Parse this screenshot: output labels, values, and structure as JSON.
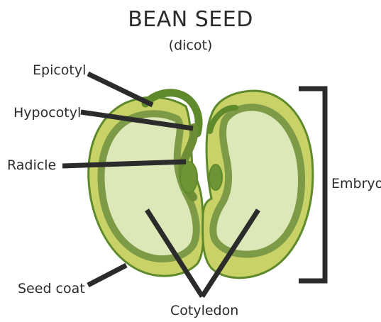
{
  "title": "BEAN SEED",
  "subtitle": "(dicot)",
  "labels": {
    "epicotyl": "Epicotyl",
    "hypocotyl": "Hypocotyl",
    "radicle": "Radicle",
    "seed_coat": "Seed coat",
    "cotyledon": "Cotyledon",
    "embryo": "Embryo"
  },
  "colors": {
    "outline": "#5f8a2c",
    "seed_coat_fill": "#c9d267",
    "cotyledon_ring": "#7d9a47",
    "cotyledon_fill": "#dde8b8",
    "leader_line": "#2b2b2b"
  }
}
